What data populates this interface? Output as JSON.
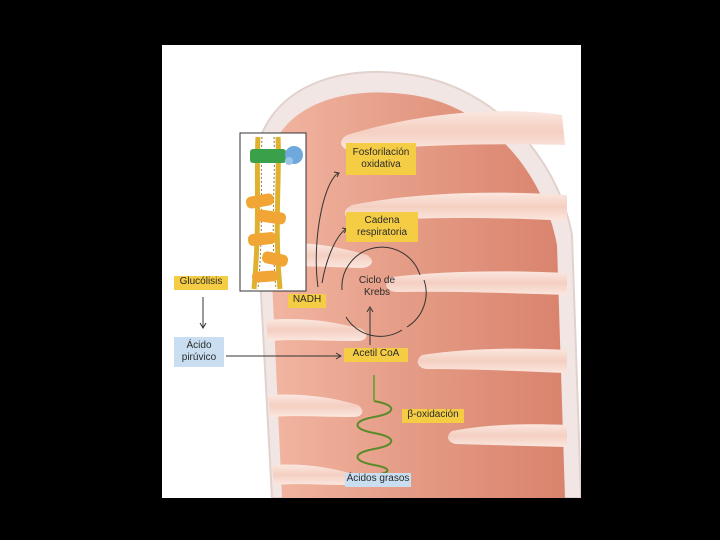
{
  "labels": {
    "fosforilacion": "Fosforilación oxidativa",
    "cadena": "Cadena respiratoria",
    "glucolisis": "Glucólisis",
    "nadh": "NADH",
    "krebs": "Ciclo de Krebs",
    "acido_piruvico": "Ácido pirúvico",
    "acetil_coa": "Acetil CoA",
    "beta_oxidacion": "β-oxidación",
    "acidos_grasos": "Ácidos grasos"
  },
  "colors": {
    "background": "#000000",
    "membrane_outer": "#f3e9e6",
    "matrix": "#e8a48e",
    "label_yellow": "#f5cd45",
    "label_blue": "#c9dff1",
    "protein_green": "#3aa14a",
    "protein_blue": "#6fa8dc",
    "protein_orange": "#f0a535"
  }
}
